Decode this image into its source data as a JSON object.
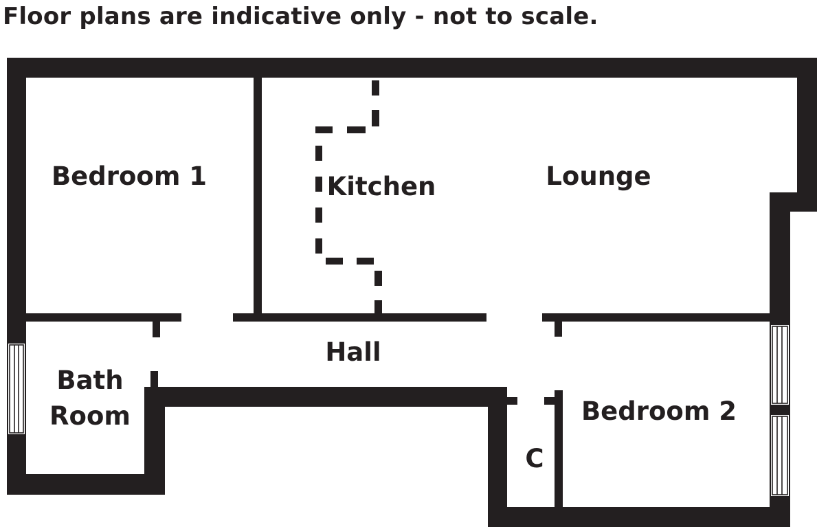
{
  "disclaimer": "Floor plans are indicative only - not to scale.",
  "colors": {
    "wall": "#231f20",
    "background": "#ffffff"
  },
  "rooms": {
    "bedroom1": "Bedroom 1",
    "kitchen": "Kitchen",
    "lounge": "Lounge",
    "hall": "Hall",
    "bath_line1": "Bath",
    "bath_line2": "Room",
    "bedroom2": "Bedroom 2",
    "cupboard": "C"
  }
}
